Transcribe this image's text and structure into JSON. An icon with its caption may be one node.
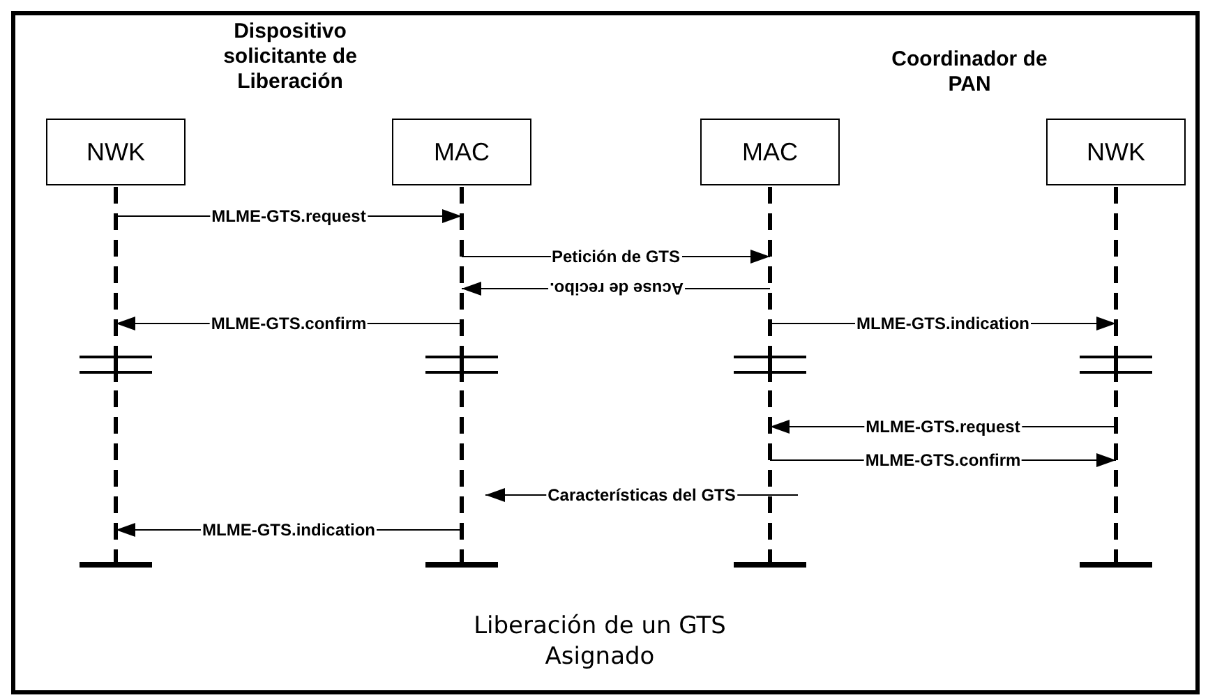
{
  "diagram": {
    "caption": "Liberación de un GTS Asignado",
    "nodes": [
      {
        "text": [
          "NWK"
        ]
      },
      {
        "text": [
          "MAC"
        ]
      },
      {
        "text": [
          "MAC"
        ]
      },
      {
        "text": [
          "NWK"
        ]
      }
    ],
    "edges": [
      {
        "from": 0,
        "to": 1,
        "arrow": "to",
        "label": "MLME-GTS.request"
      },
      {
        "from": 1,
        "to": 2,
        "arrow": "to",
        "label": "Petición de GTS"
      },
      {
        "from": 2,
        "to": 1,
        "arrow": "to",
        "label": "Acuse de recibo."
      },
      {
        "from": 1,
        "to": 0,
        "arrow": "to",
        "label": "MLME-GTS.confirm"
      },
      {
        "from": 2,
        "to": 3,
        "arrow": "to",
        "label": "MLME-GTS.indication"
      },
      {
        "from": 3,
        "to": 2,
        "arrow": "to",
        "label": "MLME-GTS.request"
      },
      {
        "from": 2,
        "to": 3,
        "arrow": "to",
        "label": "MLME-GTS.confirm"
      },
      {
        "from": 2,
        "to": 1,
        "arrow": "to",
        "label": "Características del GTS"
      },
      {
        "from": 1,
        "to": 0,
        "arrow": "to",
        "label": "MLME-GTS.indication"
      }
    ],
    "labels": [
      "Dispositivo solicitante de Liberación",
      "Coordinador de PAN"
    ]
  }
}
